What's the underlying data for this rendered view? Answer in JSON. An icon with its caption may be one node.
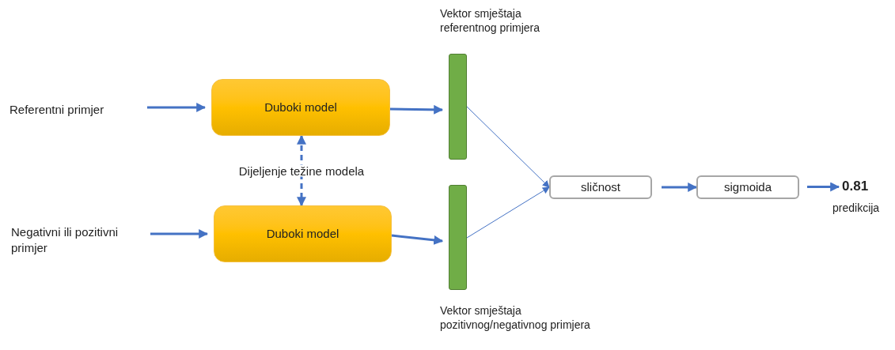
{
  "diagram": {
    "nodes": [
      {
        "text": [
          "Referentni primjer"
        ]
      },
      {
        "text": [
          "Duboki model"
        ]
      },
      {
        "text": [
          "Negativni ili pozitivni primjer"
        ]
      },
      {
        "text": [
          "Duboki model"
        ]
      },
      {
        "text": [],
        "shape": "bar",
        "beside": [
          "Vektor smještaja referentnog primjera"
        ]
      },
      {
        "text": [],
        "shape": "bar",
        "beside": [
          "Vektor smještaja pozitivnog/negativnog primjera"
        ]
      },
      {
        "text": [
          "sličnost"
        ]
      },
      {
        "text": [
          "sigmoida"
        ]
      },
      {
        "text": [
          "0.81"
        ],
        "beside": [
          "predikcija"
        ]
      }
    ],
    "edges": [
      {
        "from": 0,
        "to": 1,
        "arrow": "to"
      },
      {
        "from": 2,
        "to": 3,
        "arrow": "to"
      },
      {
        "from": 1,
        "to": 4,
        "arrow": "to"
      },
      {
        "from": 3,
        "to": 5,
        "arrow": "to"
      },
      {
        "from": 1,
        "to": 3,
        "arrow": "both",
        "style": "dashed",
        "label": "Dijeljenje težine modela"
      },
      {
        "from": 4,
        "to": 6,
        "arrow": "to"
      },
      {
        "from": 5,
        "to": 6,
        "arrow": "to"
      },
      {
        "from": 6,
        "to": 7,
        "arrow": "to"
      },
      {
        "from": 7,
        "to": 8,
        "arrow": "to"
      }
    ]
  }
}
